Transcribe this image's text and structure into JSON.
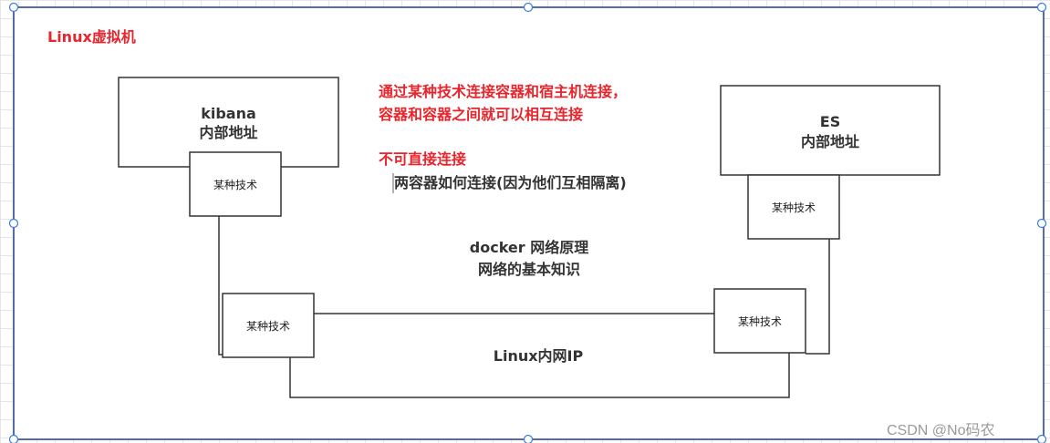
{
  "frame_title": "Linux虚拟机",
  "kibana": {
    "name": "kibana",
    "sub": "内部地址",
    "tech": "某种技术"
  },
  "es": {
    "name": "ES",
    "sub": "内部地址",
    "tech": "某种技术"
  },
  "note_red": {
    "line1": "通过某种技术连接容器和宿主机连接，",
    "line2": "容器和容器之间就可以相互连接"
  },
  "note_no_direct": "不可直接连接",
  "question": "两容器如何连接(因为他们互相隔离)",
  "docker_net": {
    "line1": "docker 网络原理",
    "line2": "网络的基本知识"
  },
  "tech_left": "某种技术",
  "tech_right": "某种技术",
  "linux_lan": "Linux内网IP",
  "watermark": "CSDN @No码农",
  "colors": {
    "accent_red": "#e8252c",
    "handle_blue": "#3b7ddd",
    "frame_border": "#1f3a93"
  }
}
